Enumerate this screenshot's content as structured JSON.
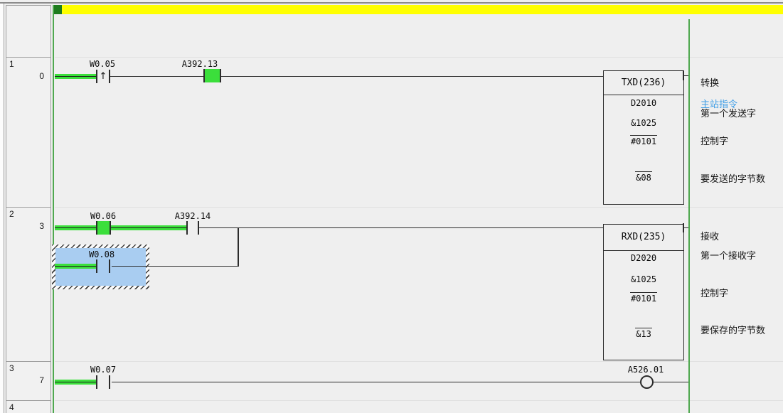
{
  "colors": {
    "power_green": "#3bdf3b",
    "rail_green": "#4fa84f",
    "wire": "#2b2b2b",
    "yellow_bar": "#ffff00",
    "section_marker_green": "#1e7b1e",
    "selection_blue": "#a9cdf1",
    "comment_link_blue": "#3e9de6"
  },
  "margin": {
    "rows": [
      {
        "rung": "",
        "step": ""
      },
      {
        "rung": "1",
        "step": "0"
      },
      {
        "rung": "2",
        "step": "3"
      },
      {
        "rung": "3",
        "step": "7"
      },
      {
        "rung": "4",
        "step": ""
      }
    ]
  },
  "rungs": {
    "r1": {
      "contact_w005": {
        "label": "W0.05",
        "edge_arrow": "↑"
      },
      "contact_a39213": {
        "label": "A392.13"
      },
      "block": {
        "title": "TXD(236)",
        "operand1": "D2010",
        "operand1_value": "&1025",
        "operand2": "#0101",
        "operand3": "&08"
      },
      "comments": {
        "instruction": "转换",
        "symbol": "主站指令",
        "operand1": "第一个发送字",
        "operand2": "控制字",
        "operand3": "要发送的字节数"
      }
    },
    "r2": {
      "contact_w006": {
        "label": "W0.06"
      },
      "contact_a39214": {
        "label": "A392.14"
      },
      "contact_w008": {
        "label": "W0.08"
      },
      "block": {
        "title": "RXD(235)",
        "operand1": "D2020",
        "operand1_value": "&1025",
        "operand2": "#0101",
        "operand3": "&13"
      },
      "comments": {
        "instruction": "接收",
        "operand1": "第一个接收字",
        "operand2": "控制字",
        "operand3": "要保存的字节数"
      }
    },
    "r3": {
      "contact_w007": {
        "label": "W0.07"
      },
      "coil": {
        "label": "A526.01"
      }
    }
  }
}
